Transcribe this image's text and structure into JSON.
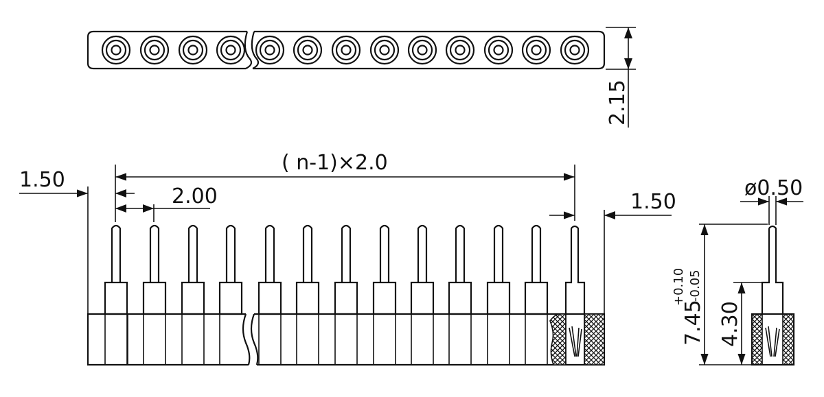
{
  "dimensions": {
    "row_height": "2.15",
    "pitch_formula": "( n-1)×2.0",
    "left_edge": "1.50",
    "pitch": "2.00",
    "right_edge": "1.50",
    "pin_diameter": "ø0.50",
    "total_height": "7.45",
    "tol_plus": "+0.10",
    "tol_minus": "-0.05",
    "body_height": "4.30"
  }
}
